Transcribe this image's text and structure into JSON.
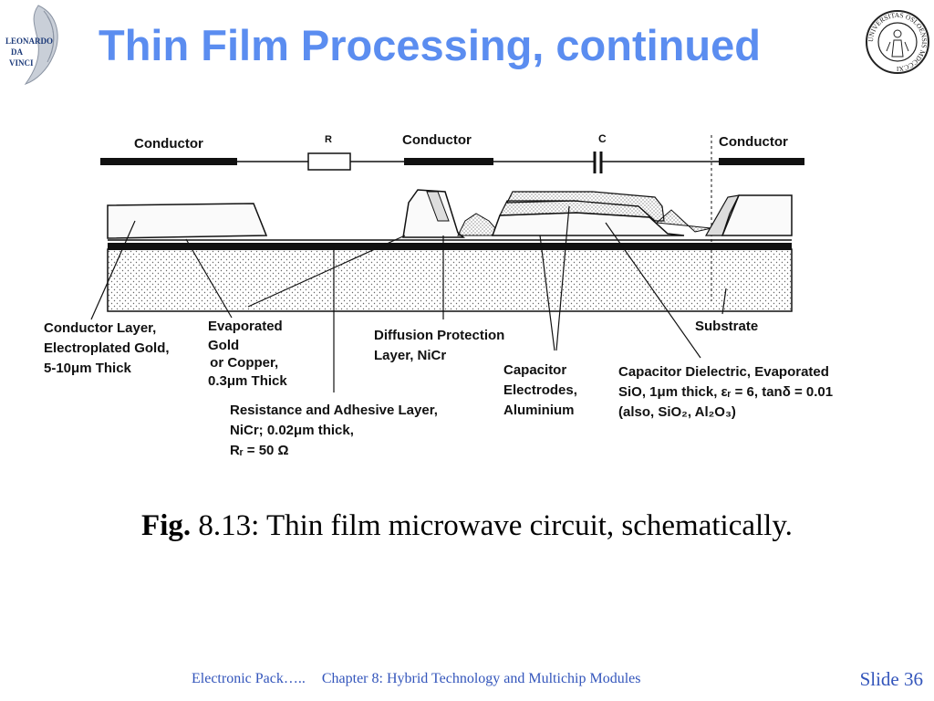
{
  "slide": {
    "title": "Thin Film Processing, continued",
    "logo_left_text": [
      "LEONARDO",
      "DA",
      "VINCI"
    ],
    "logo_right_text": "UNIVERSITAS OSLOENSIS MDCCCXI"
  },
  "schematic": {
    "conductor_left": "Conductor",
    "resistor": "R",
    "conductor_mid": "Conductor",
    "capacitor": "C",
    "conductor_right": "Conductor"
  },
  "labels": {
    "conductor_layer": [
      "Conductor Layer,",
      "Electroplated Gold,",
      "5-10μm Thick"
    ],
    "evaporated_gold": [
      "Evaporated",
      "Gold",
      " or Copper,",
      "0.3μm Thick"
    ],
    "diffusion": [
      "Diffusion Protection",
      "Layer, NiCr"
    ],
    "cap_electrodes": [
      "Capacitor",
      "Electrodes,",
      "Aluminium"
    ],
    "substrate": "Substrate",
    "cap_dielectric": [
      "Capacitor Dielectric, Evaporated",
      "SiO, 1μm thick, εᵣ = 6, tanδ = 0.01",
      "(also, SiO₂, Al₂O₃)"
    ],
    "resistance": [
      "Resistance and Adhesive Layer,",
      "NiCr; 0.02μm thick,",
      "Rᵣ = 50 Ω"
    ]
  },
  "caption": {
    "fig_label": "Fig.",
    "text": " 8.13: Thin film microwave circuit, schematically."
  },
  "footer": {
    "left": "Electronic Pack…..",
    "chapter": "Chapter 8: Hybrid Technology and Multichip Modules",
    "slide": "Slide 36"
  }
}
